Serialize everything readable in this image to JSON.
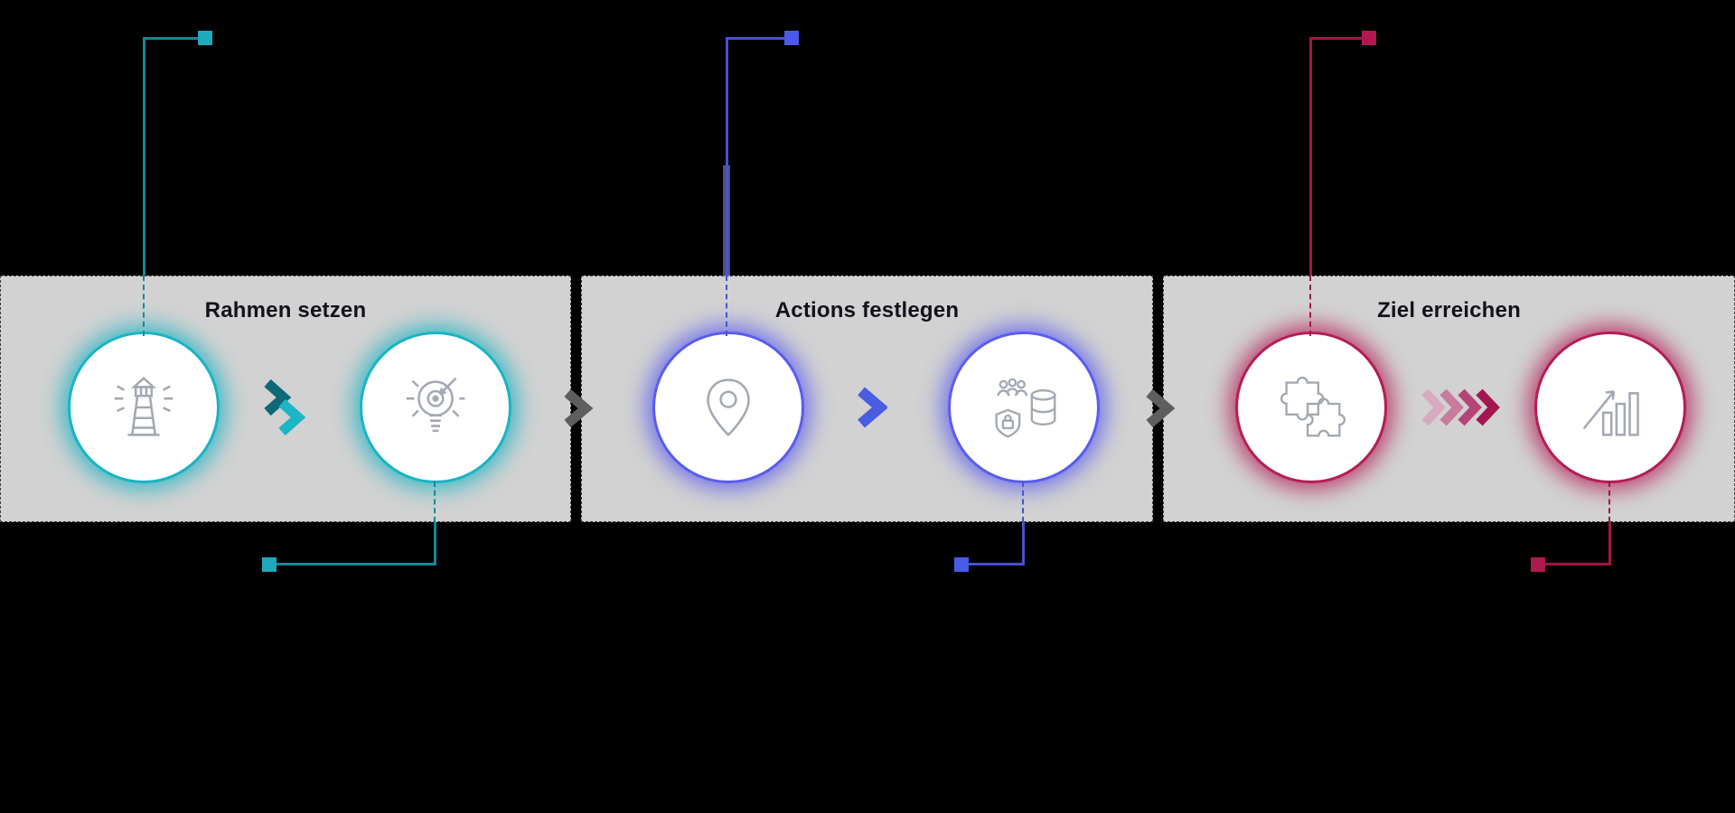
{
  "diagram": {
    "steps": [
      {
        "title": "Rahmen setzen",
        "accent": "#1fa9bd",
        "icons": [
          "lighthouse",
          "idea-target"
        ]
      },
      {
        "title": "Actions festlegen",
        "accent": "#4a5ae8",
        "icons": [
          "location-pin",
          "people-data-security"
        ]
      },
      {
        "title": "Ziel erreichen",
        "accent": "#b01950",
        "icons": [
          "puzzle-pieces",
          "growth-chart"
        ]
      }
    ],
    "colors": {
      "background": "#000000",
      "panel": "#d2d2d2",
      "teal": "#1fa9bd",
      "blue": "#4a5ae8",
      "crimson": "#b01950",
      "icon_stroke": "#a3a8b2",
      "inter_panel_chevron": "#5e5e5e"
    }
  }
}
